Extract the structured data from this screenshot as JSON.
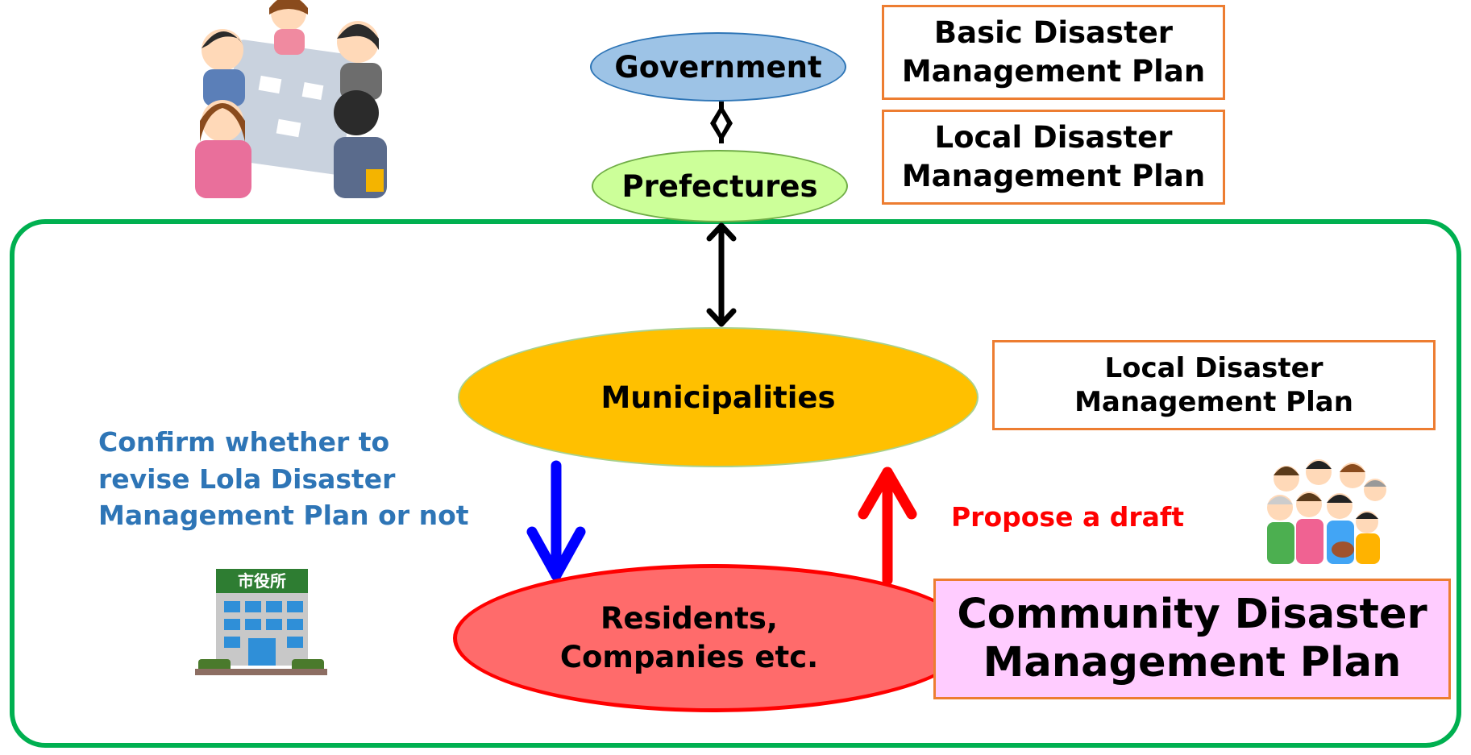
{
  "nodes": {
    "government": "Government",
    "prefectures": "Prefectures",
    "municipalities": "Municipalities",
    "residents_line1": "Residents,",
    "residents_line2": "Companies etc."
  },
  "plans": {
    "basic": {
      "line1": "Basic Disaster",
      "line2": "Management Plan"
    },
    "local_prefecture": {
      "line1": "Local Disaster",
      "line2": "Management Plan"
    },
    "local_municipal": {
      "line1": "Local Disaster",
      "line2": "Management Plan"
    },
    "community": {
      "line1": "Community Disaster",
      "line2": "Management Plan"
    }
  },
  "annotations": {
    "confirm_line1": "Confirm whether to",
    "confirm_line2": "revise Lola Disaster",
    "confirm_line3": "Management Plan or not",
    "propose": "Propose a draft"
  },
  "colors": {
    "government": "#9dc3e6",
    "prefectures": "#ccff99",
    "municipalities": "#ffc000",
    "residents": "#ff6b6b",
    "community_box": "#ffccff",
    "plan_border": "#ed7d31",
    "community_frame": "#00b050",
    "confirm_text": "#2e75b6",
    "confirm_arrow": "#0000ff",
    "propose": "#ff0000"
  },
  "icons": {
    "meeting": "people-meeting-icon",
    "city_hall": "city-hall-building-icon",
    "crowd": "cheering-crowd-icon"
  }
}
